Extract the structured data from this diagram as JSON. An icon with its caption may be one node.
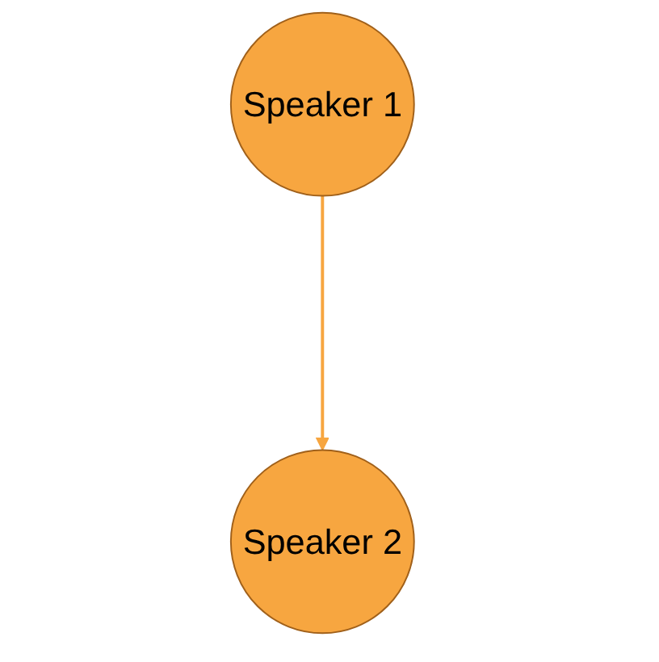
{
  "diagram": {
    "nodes": [
      {
        "text": [
          "Speaker 1"
        ]
      },
      {
        "text": [
          "Speaker 2"
        ]
      }
    ],
    "edges": [
      {
        "from": 0,
        "to": 1,
        "arrow": "to"
      }
    ]
  }
}
